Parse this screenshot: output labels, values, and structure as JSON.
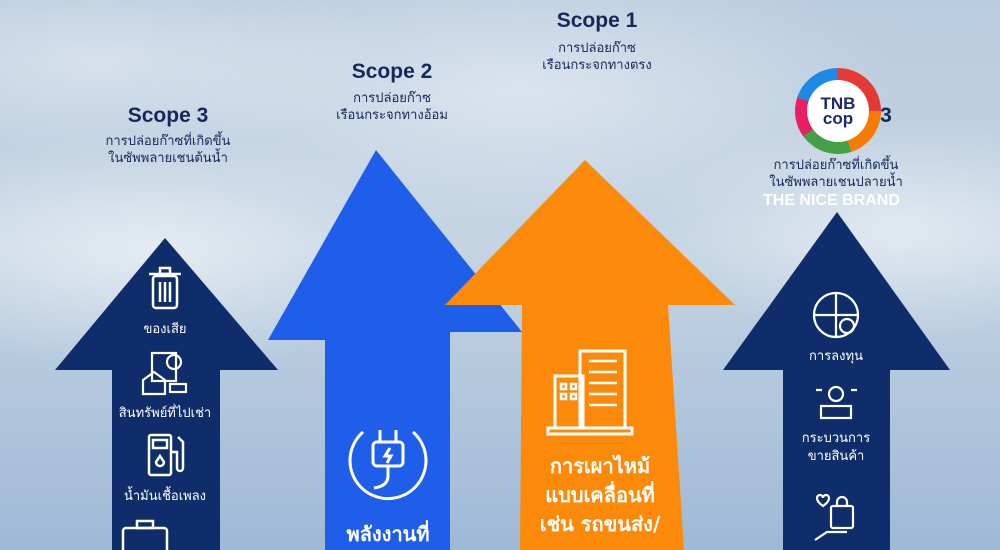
{
  "scopes": [
    {
      "title": "Scope 3",
      "desc": [
        "การปล่อยก๊าซที่เกิดขึ้น",
        "ในซัพพลายเชนต้นน้ำ"
      ],
      "items": [
        "ของเสีย",
        "สินทรัพย์ที่ไปเช่า",
        "น้ำมันเชื้อเพลง"
      ],
      "color": "#0f2d6b"
    },
    {
      "title": "Scope 2",
      "desc": [
        "การปล่อยก๊าซ",
        "เรือนกระจกทางอ้อม"
      ],
      "items": [
        "พลังงานที่"
      ],
      "color": "#1f5ee8"
    },
    {
      "title": "Scope 1",
      "desc": [
        "การปล่อยก๊าซ",
        "เรือนกระจกทางตรง"
      ],
      "items": [
        "การเผาไหม้",
        "แบบเคลื่อนที่",
        "เช่น รถขนส่ง/"
      ],
      "color": "#fb8a0a"
    },
    {
      "title": "3",
      "desc": [
        "การปล่อยก๊าซที่เกิดขึ้น",
        "ในซัพพลายเชนปลายน้ำ"
      ],
      "items": [
        "การลงทุน",
        "กระบวนการ",
        "ขายสินค้า"
      ],
      "color": "#0f2d6b"
    }
  ],
  "logo": {
    "line1": "TNB",
    "line2": "cop",
    "brand": "THE NICE BRAND"
  }
}
